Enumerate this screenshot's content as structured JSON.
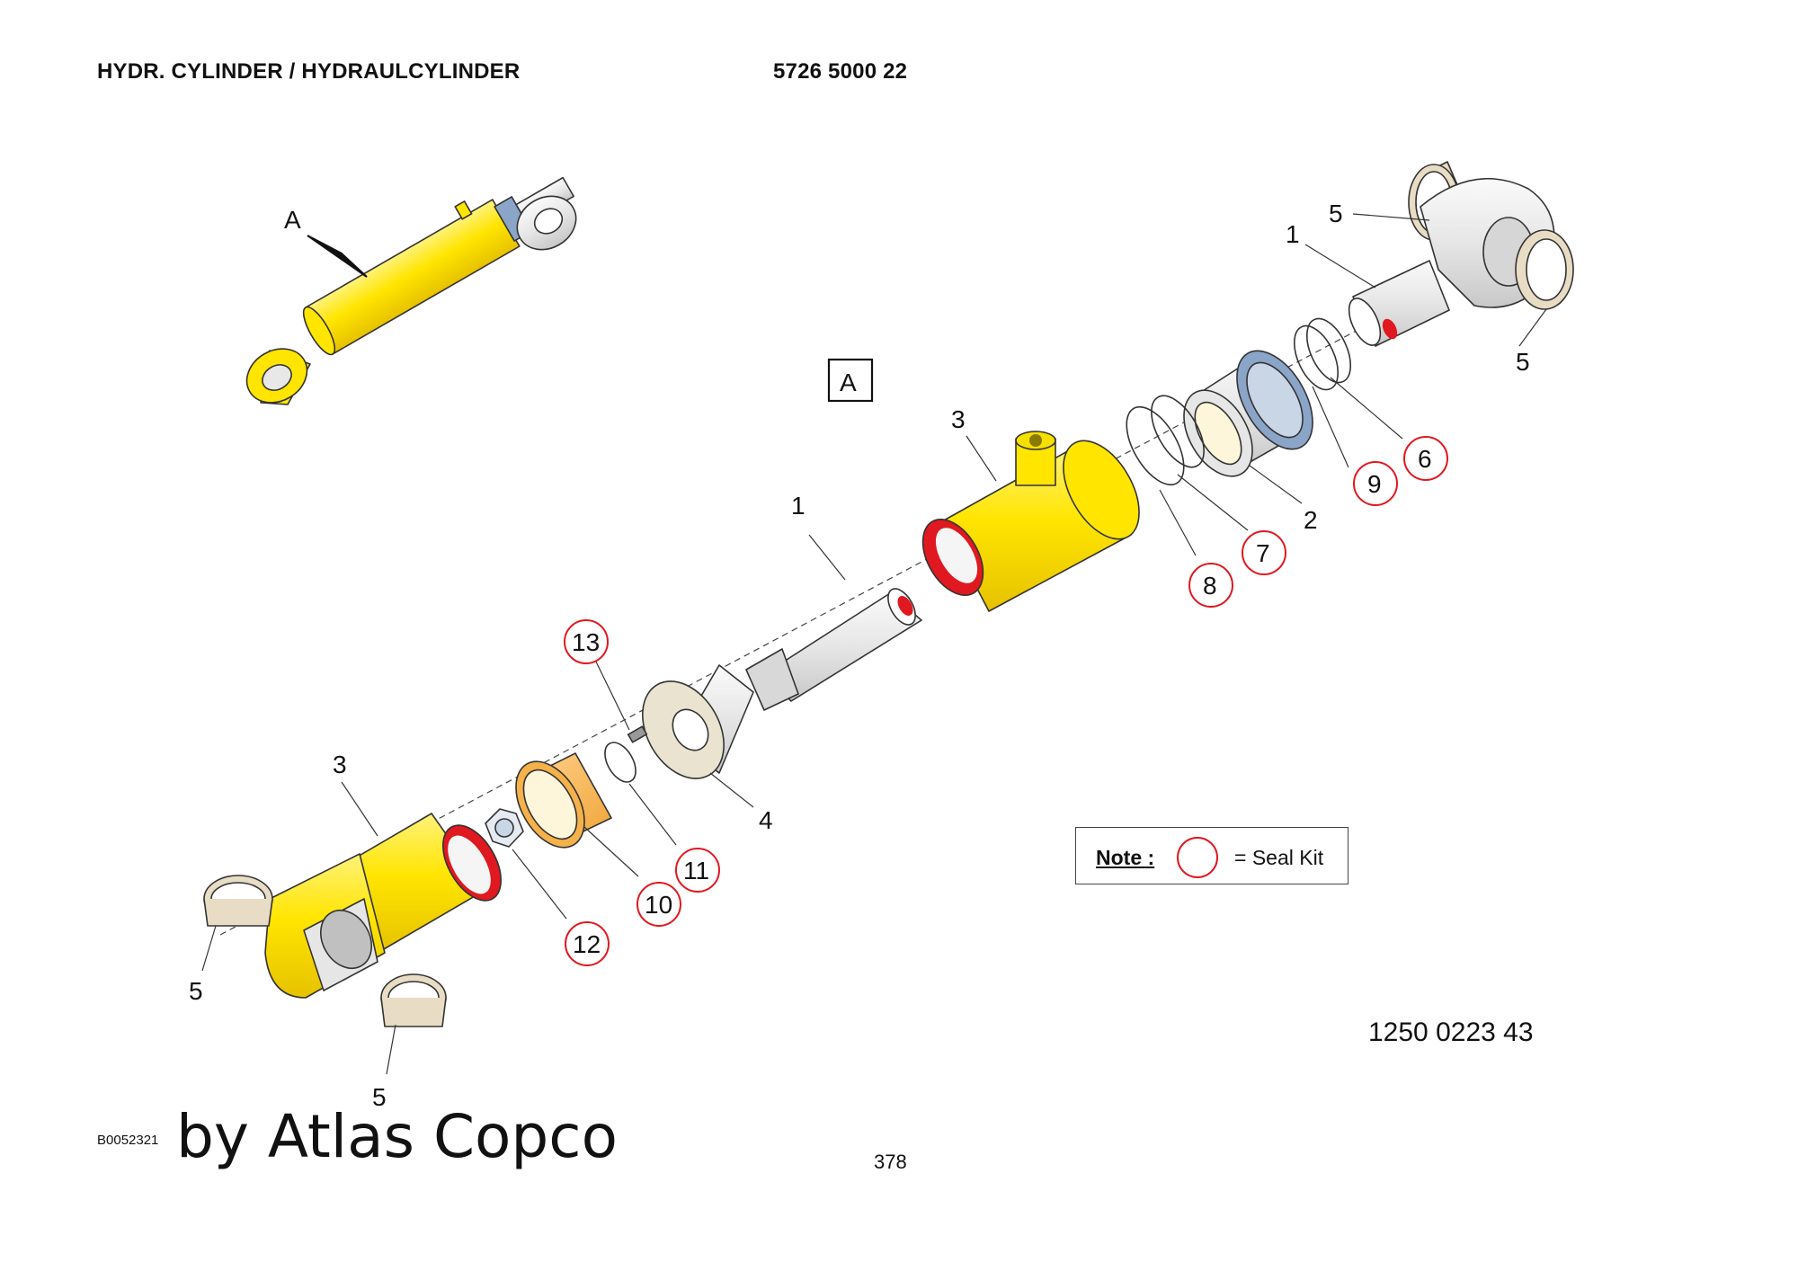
{
  "header": {
    "title": "HYDR. CYLINDER / HYDRAULCYLINDER",
    "part_number": "5726 5000 22"
  },
  "detail_label": "A",
  "view_marker_label": "A",
  "callouts": {
    "c1_top": "1",
    "c1_mid": "1",
    "c2": "2",
    "c3_mid": "3",
    "c3_low": "3",
    "c4": "4",
    "c5_top": "5",
    "c5_right": "5",
    "c5_left": "5",
    "c5_bottom": "5",
    "c6": "6",
    "c7": "7",
    "c8": "8",
    "c9": "9",
    "c10": "10",
    "c11": "11",
    "c12": "12",
    "c13": "13"
  },
  "note": {
    "label": "Note :",
    "text": "= Seal Kit"
  },
  "drawing_number": "1250 0223 43",
  "image_code": "B0052321",
  "watermark": "by Atlas Copco",
  "page_number": "378",
  "colors": {
    "yellow": "#ffe500",
    "red": "#e0181f",
    "orange": "#f5b24a",
    "blue_steel": "#8aa5c8",
    "beige": "#e8dcc4",
    "grey": "#e6e6e6"
  }
}
